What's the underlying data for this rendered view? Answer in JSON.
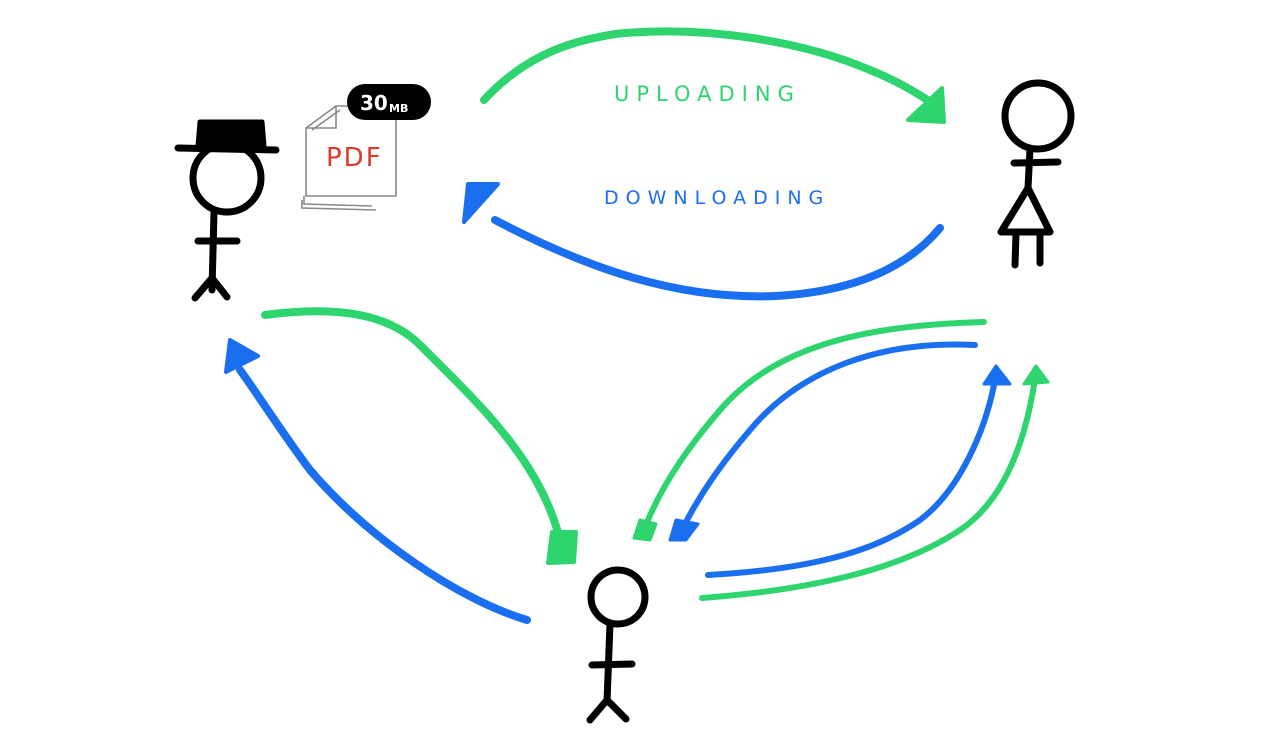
{
  "labels": {
    "uploading": "UPLOADING",
    "downloading": "DOWNLOADING"
  },
  "file": {
    "type": "PDF",
    "size_value": "30",
    "size_unit": "MB"
  },
  "colors": {
    "upload": "#2ed46e",
    "download": "#1a6ef0",
    "ink": "#000000",
    "pdf_text": "#e0392b"
  },
  "icons": [
    "person-with-top-hat-icon",
    "person-in-dress-icon",
    "person-icon",
    "pdf-document-icon"
  ]
}
